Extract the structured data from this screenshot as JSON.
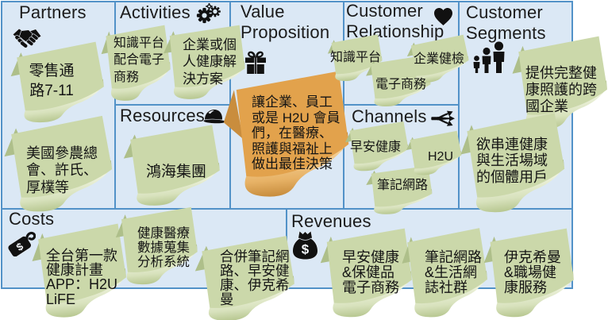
{
  "title": "Business Model Canvas",
  "colors": {
    "cell_fill": "#dbe8f5",
    "grid_border": "#5292c8",
    "note_green": "#cbd8aa",
    "note_green_fold": "#aebf8a",
    "note_orange": "#e2a24c",
    "note_orange_fold": "#c98d3d",
    "text": "#141414"
  },
  "sections": {
    "partners": {
      "label": "Partners",
      "icon": "handshake-icon"
    },
    "activities": {
      "label": "Activities",
      "icon": "gears-icon"
    },
    "resources": {
      "label": "Resources",
      "icon": "helmet-icon"
    },
    "value_proposition": {
      "label": "Value Proposition",
      "icon": "gift-icon"
    },
    "customer_relationship": {
      "label": "Customer Relationship",
      "icon": "heart-icon"
    },
    "channels": {
      "label": "Channels",
      "icon": "split-arrows-icon"
    },
    "customer_segments": {
      "label": "Customer Segments",
      "icon": "people-icon"
    },
    "costs": {
      "label": "Costs",
      "icon": "price-tag-icon"
    },
    "revenues": {
      "label": "Revenues",
      "icon": "money-bag-icon"
    }
  },
  "notes": [
    {
      "id": "vp-decision",
      "section": "value_proposition",
      "color": "orange",
      "text": "讓企業、員工或是 H2U 會員們，在醫療、照護與福祉上做出最佳決策",
      "lines": [
        "讓企業、員工",
        "或是 H2U 會員",
        "們，在醫療、",
        "照護與福祉上",
        "做出最佳決策"
      ]
    },
    {
      "id": "retail",
      "section": "partners",
      "color": "green",
      "text": "零售通路7-11",
      "lines": [
        "零售通",
        "路7-11"
      ]
    },
    {
      "id": "usa-partners",
      "section": "partners",
      "color": "green",
      "text": "美國參農總會、許氏、厚樸等",
      "lines": [
        "美國參農總",
        "會、許氏、",
        "厚樸等"
      ]
    },
    {
      "id": "knowledge-platform",
      "section": "activities",
      "color": "green",
      "text": "知識平台配合電子商務",
      "lines": [
        "知識平台",
        "配合電子",
        "商務"
      ]
    },
    {
      "id": "health-solution",
      "section": "activities",
      "color": "green",
      "text": "企業或個人健康解決方案",
      "lines": [
        "企業或個",
        "人健康解",
        "決方案"
      ]
    },
    {
      "id": "honhai",
      "section": "resources",
      "color": "green",
      "text": "鴻海集團",
      "lines": [
        "鴻海集團"
      ]
    },
    {
      "id": "cr-knowledge",
      "section": "customer_relationship",
      "color": "green",
      "text": "知識平台",
      "lines": [
        "知識平台"
      ]
    },
    {
      "id": "cr-ecommerce",
      "section": "customer_relationship",
      "color": "green",
      "text": "電子商務",
      "lines": [
        "電子商務"
      ]
    },
    {
      "id": "cr-checkup",
      "section": "customer_relationship",
      "color": "green",
      "text": "企業健檢",
      "lines": [
        "企業健檢"
      ]
    },
    {
      "id": "ch-morning-health",
      "section": "channels",
      "color": "green",
      "text": "早安健康",
      "lines": [
        "早安健康"
      ]
    },
    {
      "id": "ch-notes-network",
      "section": "channels",
      "color": "green",
      "text": "筆記網路",
      "lines": [
        "筆記網路"
      ]
    },
    {
      "id": "ch-h2u",
      "section": "channels",
      "color": "green",
      "text": "H2U",
      "lines": [
        "H2U"
      ]
    },
    {
      "id": "cs-corporate",
      "section": "customer_segments",
      "color": "green",
      "text": "提供完整健康照護的跨國企業",
      "lines": [
        "提供完整健",
        "康照護的跨",
        "國企業"
      ]
    },
    {
      "id": "cs-individual",
      "section": "customer_segments",
      "color": "green",
      "text": "欲串連健康與生活場域的個體用戶",
      "lines": [
        "欲串連健康",
        "與生活場域",
        "的個體用戶"
      ]
    },
    {
      "id": "cost-app",
      "section": "costs",
      "color": "green",
      "text": "全台第一款健康計畫APP：H2U LiFE",
      "lines": [
        "全台第一款",
        "健康計畫",
        "APP：H2U",
        "LiFE"
      ]
    },
    {
      "id": "cost-data",
      "section": "costs",
      "color": "green",
      "text": "健康醫療數據蒐集分析系統",
      "lines": [
        "健康醫療",
        "數據蒐集",
        "分析系統"
      ]
    },
    {
      "id": "cost-merge",
      "section": "costs",
      "color": "green",
      "text": "合併筆記網路、早安健康、伊克希曼",
      "lines": [
        "合併筆記網",
        "路、早安健",
        "康、伊克希",
        "曼"
      ]
    },
    {
      "id": "rev-morning-health",
      "section": "revenues",
      "color": "green",
      "text": "早安健康&保健品電子商務",
      "lines": [
        "早安健康",
        "&保健品",
        "電子商務"
      ]
    },
    {
      "id": "rev-notes-network",
      "section": "revenues",
      "color": "green",
      "text": "筆記網路&生活網誌社群",
      "lines": [
        "筆記網路",
        "&生活網",
        "誌社群"
      ]
    },
    {
      "id": "rev-icareman",
      "section": "revenues",
      "color": "green",
      "text": "伊克希曼&職場健康服務",
      "lines": [
        "伊克希曼",
        "&職場健",
        "康服務"
      ]
    }
  ]
}
